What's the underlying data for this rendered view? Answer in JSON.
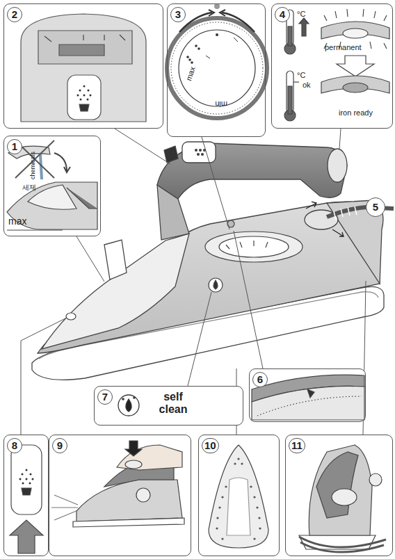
{
  "diagram": {
    "nodes": [
      {
        "text": [
          "2"
        ]
      },
      {
        "text": [
          "3",
          "max",
          "min"
        ]
      },
      {
        "text": [
          "4",
          "°C",
          "permanent",
          "°C",
          "ok",
          "iron ready"
        ]
      },
      {
        "text": [
          "1",
          "chemicals",
          "세제",
          "max"
        ]
      },
      {
        "text": [
          "5"
        ]
      },
      {
        "text": [
          "6"
        ]
      },
      {
        "text": [
          "7",
          "self clean"
        ]
      },
      {
        "text": [
          "8"
        ]
      },
      {
        "text": [
          "9"
        ]
      },
      {
        "text": [
          "10"
        ]
      },
      {
        "text": [
          "11"
        ]
      }
    ]
  }
}
